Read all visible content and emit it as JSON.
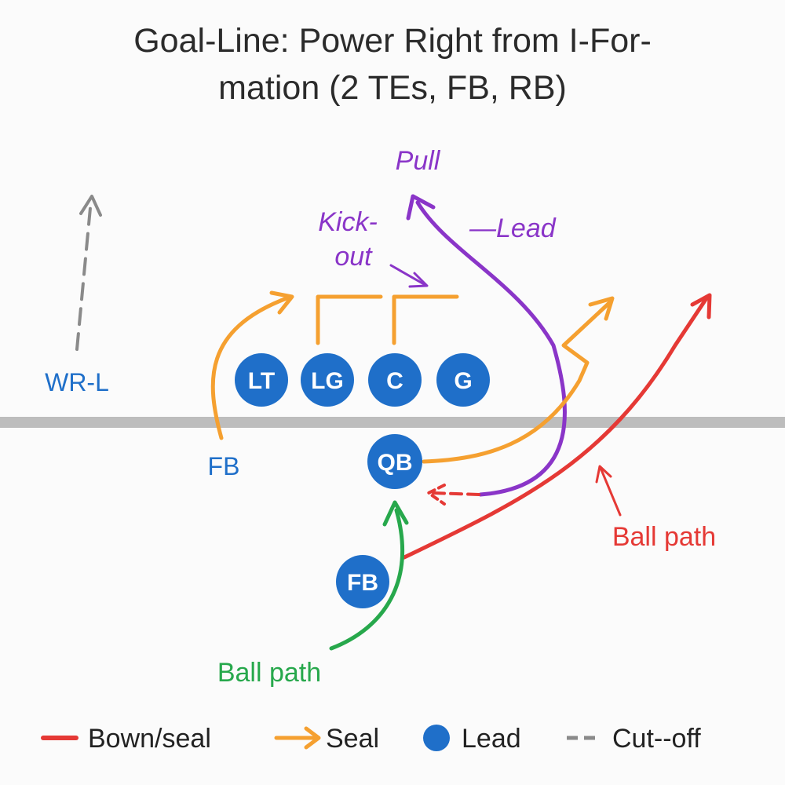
{
  "title": {
    "line1": "Goal-Line: Power Right from I-For-",
    "line2": "mation (2 TEs, FB, RB)"
  },
  "players": {
    "lt": "LT",
    "lg": "LG",
    "c": "C",
    "g": "G",
    "qb": "QB",
    "fb": "FB"
  },
  "labels": {
    "wr_left": "WR-L",
    "fb_left": "FB",
    "pull": "Pull",
    "kickout_1": "Kick-",
    "kickout_2": "out",
    "lead": "—Lead",
    "ball_path_red": "Ball path",
    "ball_path_green": "Ball path"
  },
  "legend": {
    "bown": "Bown/seal",
    "seal": "Seal",
    "lead": "Lead",
    "cutoff": "Cut--off"
  },
  "colors": {
    "blue": "#1f6fc9",
    "orange": "#f5a030",
    "purple": "#8a35c8",
    "red": "#e53935",
    "green": "#27a84c",
    "gray": "#8a8a8a",
    "line_of_scrimmage": "#bdbdbd"
  }
}
